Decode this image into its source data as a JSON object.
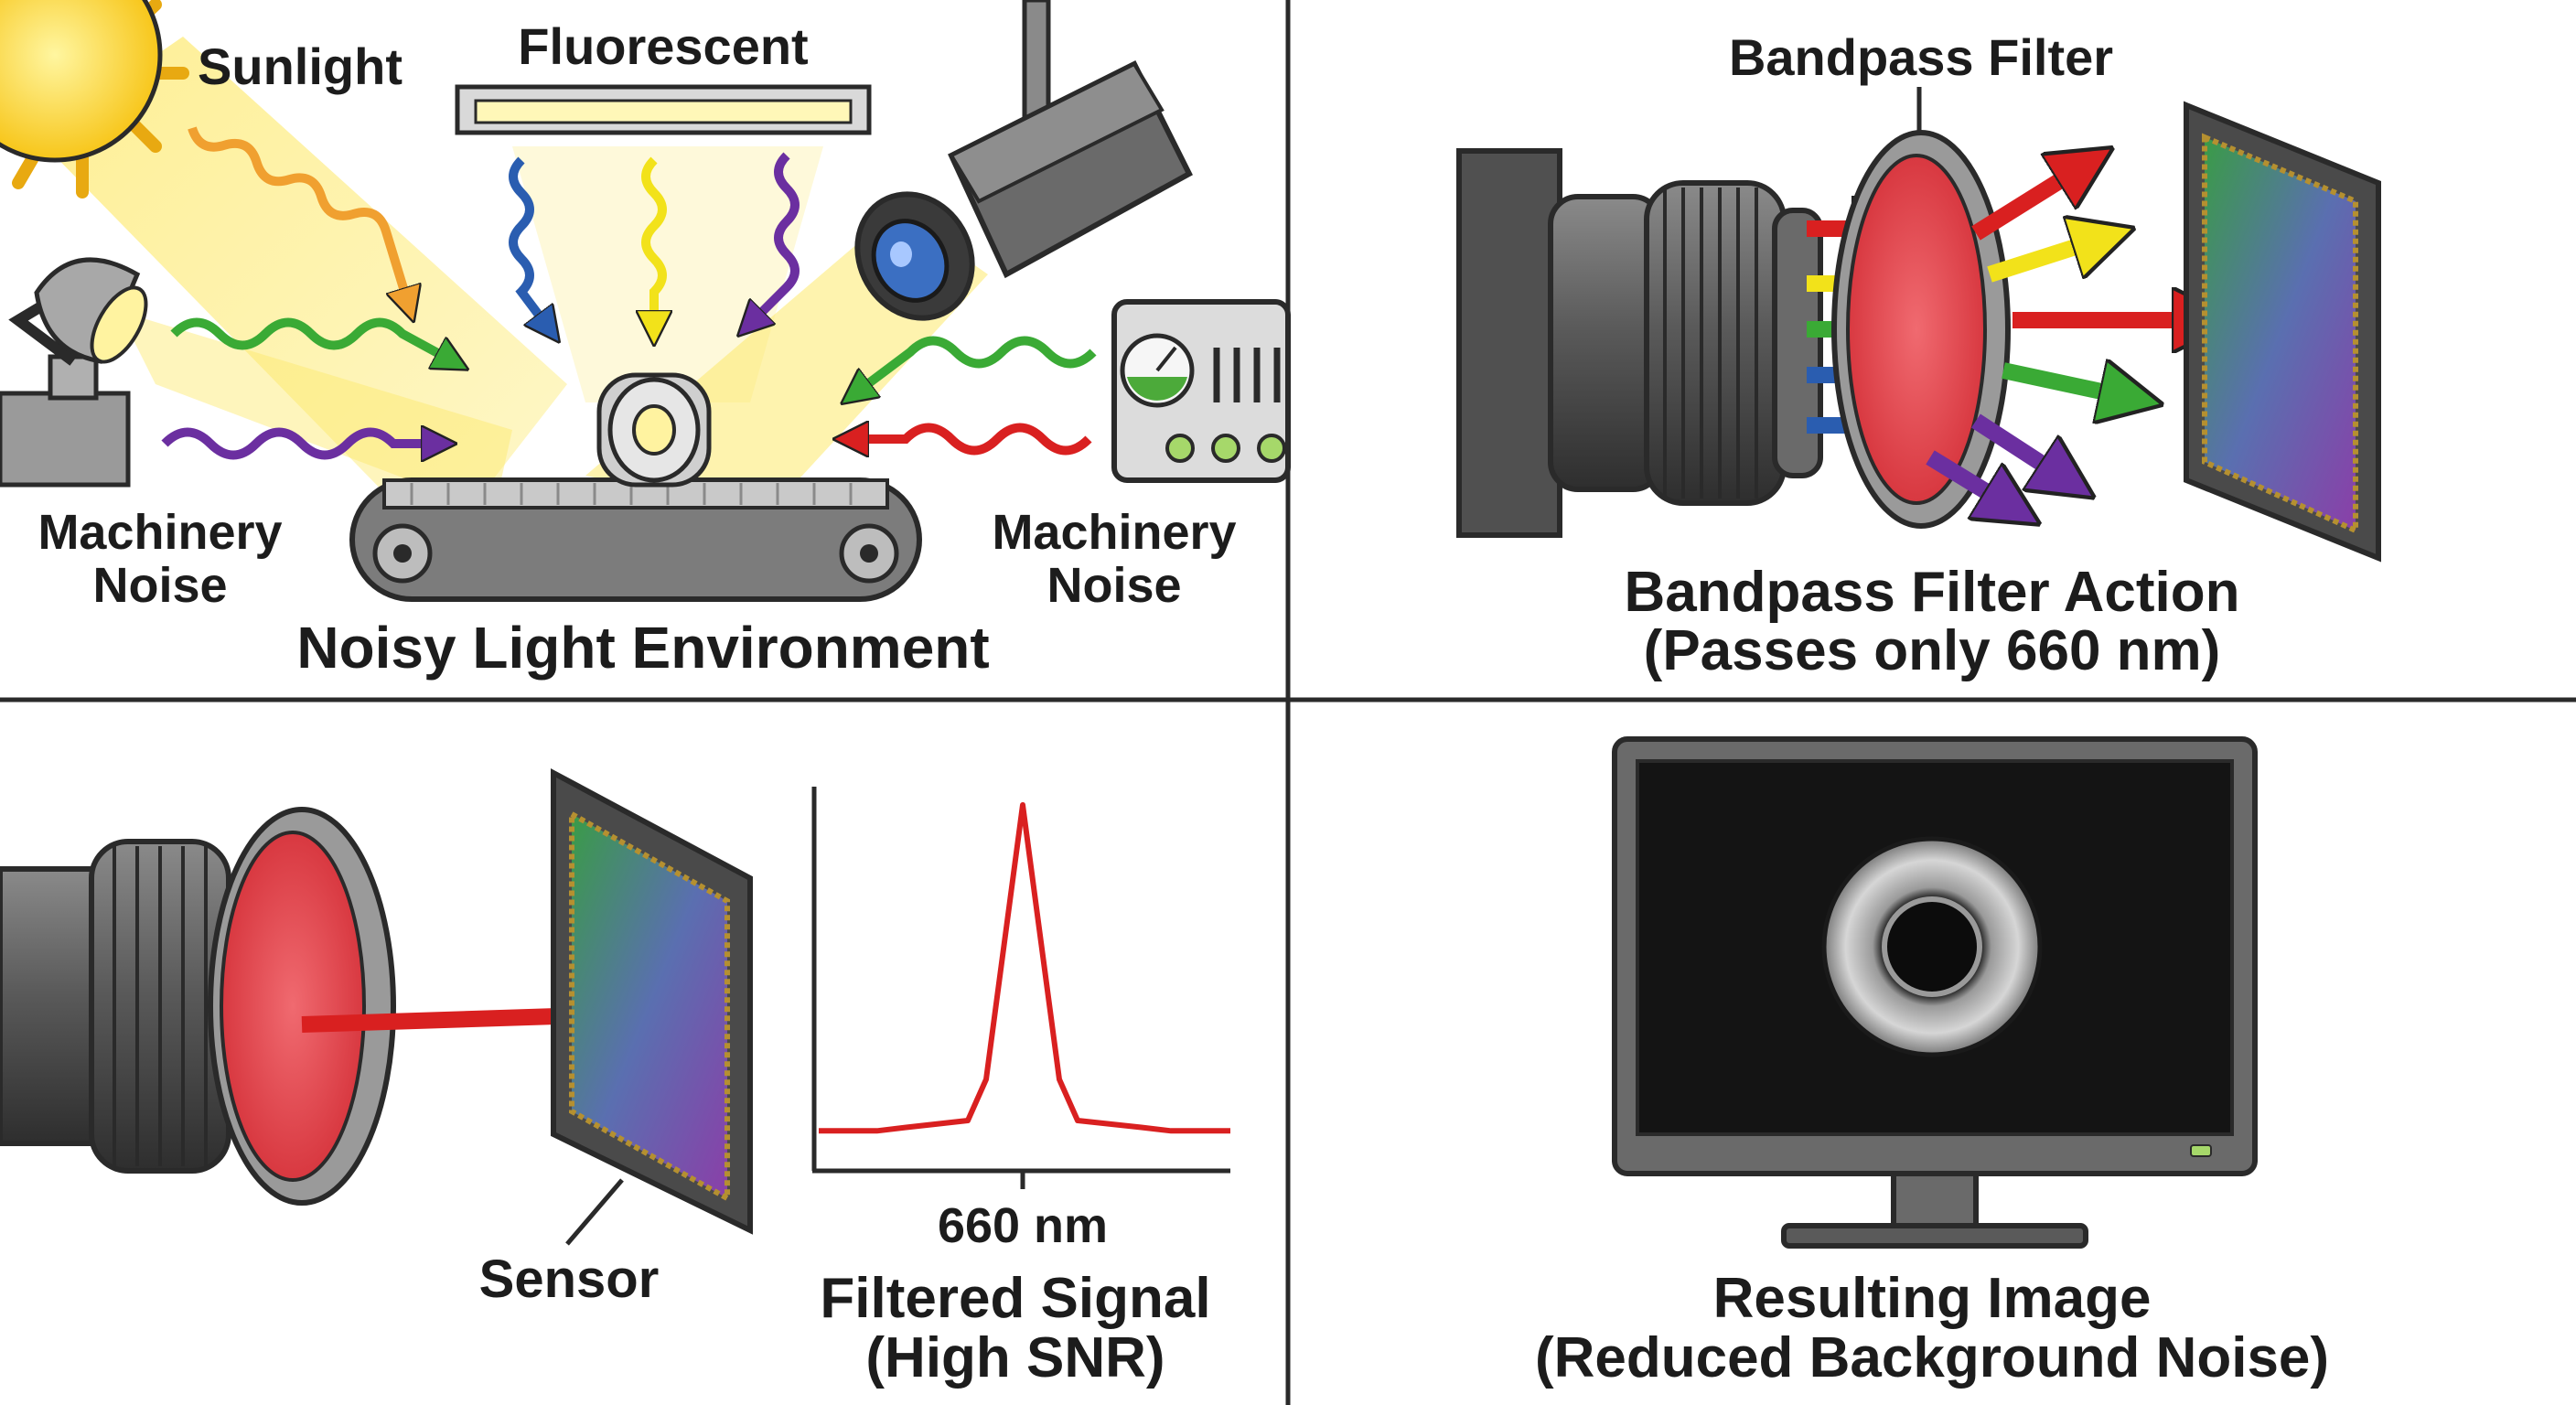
{
  "panels": {
    "top_left": {
      "sunlight": "Sunlight",
      "fluorescent": "Fluorescent",
      "machinery_noise_left_1": "Machinery",
      "machinery_noise_left_2": "Noise",
      "machinery_noise_right_1": "Machinery",
      "machinery_noise_right_2": "Noise",
      "caption": "Noisy Light Environment"
    },
    "top_right": {
      "filter_label": "Bandpass Filter",
      "caption_1": "Bandpass Filter Action",
      "caption_2": "(Passes only 660 nm)"
    },
    "bottom_left": {
      "sensor_label": "Sensor",
      "axis_label": "660 nm",
      "caption_1": "Filtered Signal",
      "caption_2": "(High SNR)"
    },
    "bottom_right": {
      "caption_1": "Resulting Image",
      "caption_2": "(Reduced Background Noise)"
    }
  },
  "colors": {
    "grid_line": "#2a2a2a",
    "red_light": "#d92020",
    "filter_red": "#e2474f",
    "yellow_light": "#fde96b",
    "green": "#3aaa35",
    "purple": "#6b2fa0",
    "blue": "#2a5db0",
    "orange": "#f0a030",
    "metal_dark": "#3c3c3c",
    "metal_mid": "#6e6e6e",
    "screen_black": "#141414"
  },
  "chart_data": {
    "type": "line",
    "title": "",
    "xlabel": "",
    "ylabel": "",
    "tick_labels": [
      "660 nm"
    ],
    "peak_x_label": "660 nm",
    "series": [
      {
        "values": [
          0.05,
          0.05,
          0.05,
          0.06,
          0.08,
          0.2,
          0.6,
          1.0,
          0.6,
          0.2,
          0.08,
          0.06,
          0.05,
          0.05,
          0.05
        ]
      }
    ]
  }
}
